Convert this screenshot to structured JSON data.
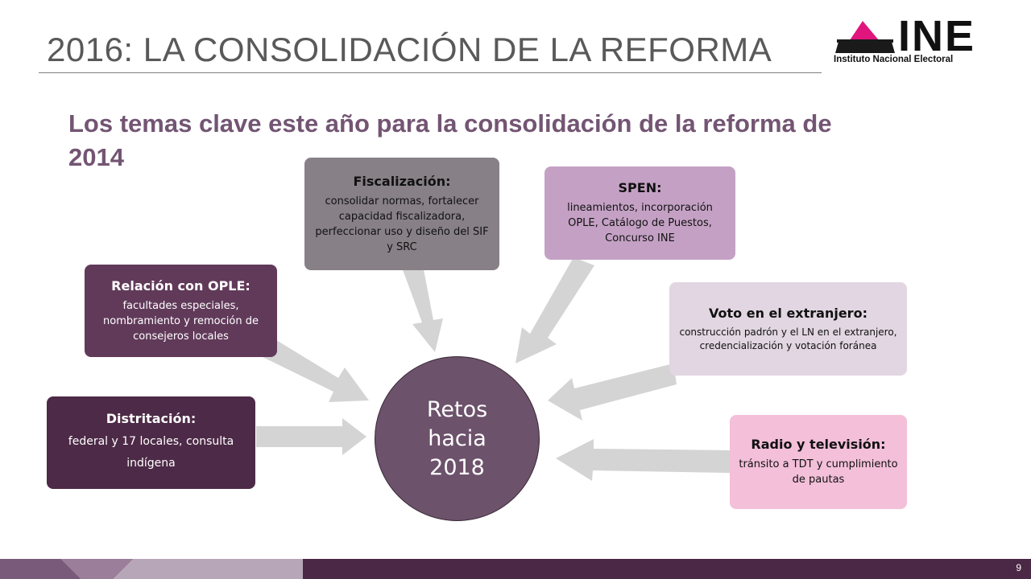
{
  "header": {
    "title": "2016: LA CONSOLIDACIÓN DE LA REFORMA",
    "logo_text": "INE",
    "logo_subtitle": "Instituto Nacional Electoral"
  },
  "subtitle": "Los temas clave este año para la consolidación de la reforma de 2014",
  "hub": {
    "label": "Retos\nhacia\n2018",
    "color": "#6d526b"
  },
  "topics": {
    "distritacion": {
      "title": "Distritación:",
      "text": "federal y 17 locales, consulta indígena",
      "color": "#4d2a47"
    },
    "ople": {
      "title": "Relación con OPLE:",
      "text": "facultades especiales, nombramiento y remoción de consejeros locales",
      "color": "#613a5a"
    },
    "fiscalizacion": {
      "title": "Fiscalización:",
      "text": "consolidar normas, fortalecer capacidad fiscalizadora, perfeccionar uso y diseño del SIF y SRC",
      "color": "#878087"
    },
    "spen": {
      "title": "SPEN:",
      "text": "lineamientos, incorporación OPLE, Catálogo de Puestos, Concurso INE",
      "color": "#c4a1c4"
    },
    "voto": {
      "title": "Voto en el extranjero:",
      "text": "construcción padrón y el LN en el extranjero, credencialización y votación foránea",
      "color": "#e1d6e1"
    },
    "radio": {
      "title": "Radio y televisión:",
      "text": "tránsito a TDT y cumplimiento de pautas",
      "color": "#f3bfd9"
    }
  },
  "footer": {
    "page_number": "9"
  },
  "colors": {
    "title_text": "#595959",
    "subtitle_text": "#735573",
    "arrow": "#d4d4d4",
    "footer": "#4b2845",
    "logo_mark": "#e0157d"
  }
}
